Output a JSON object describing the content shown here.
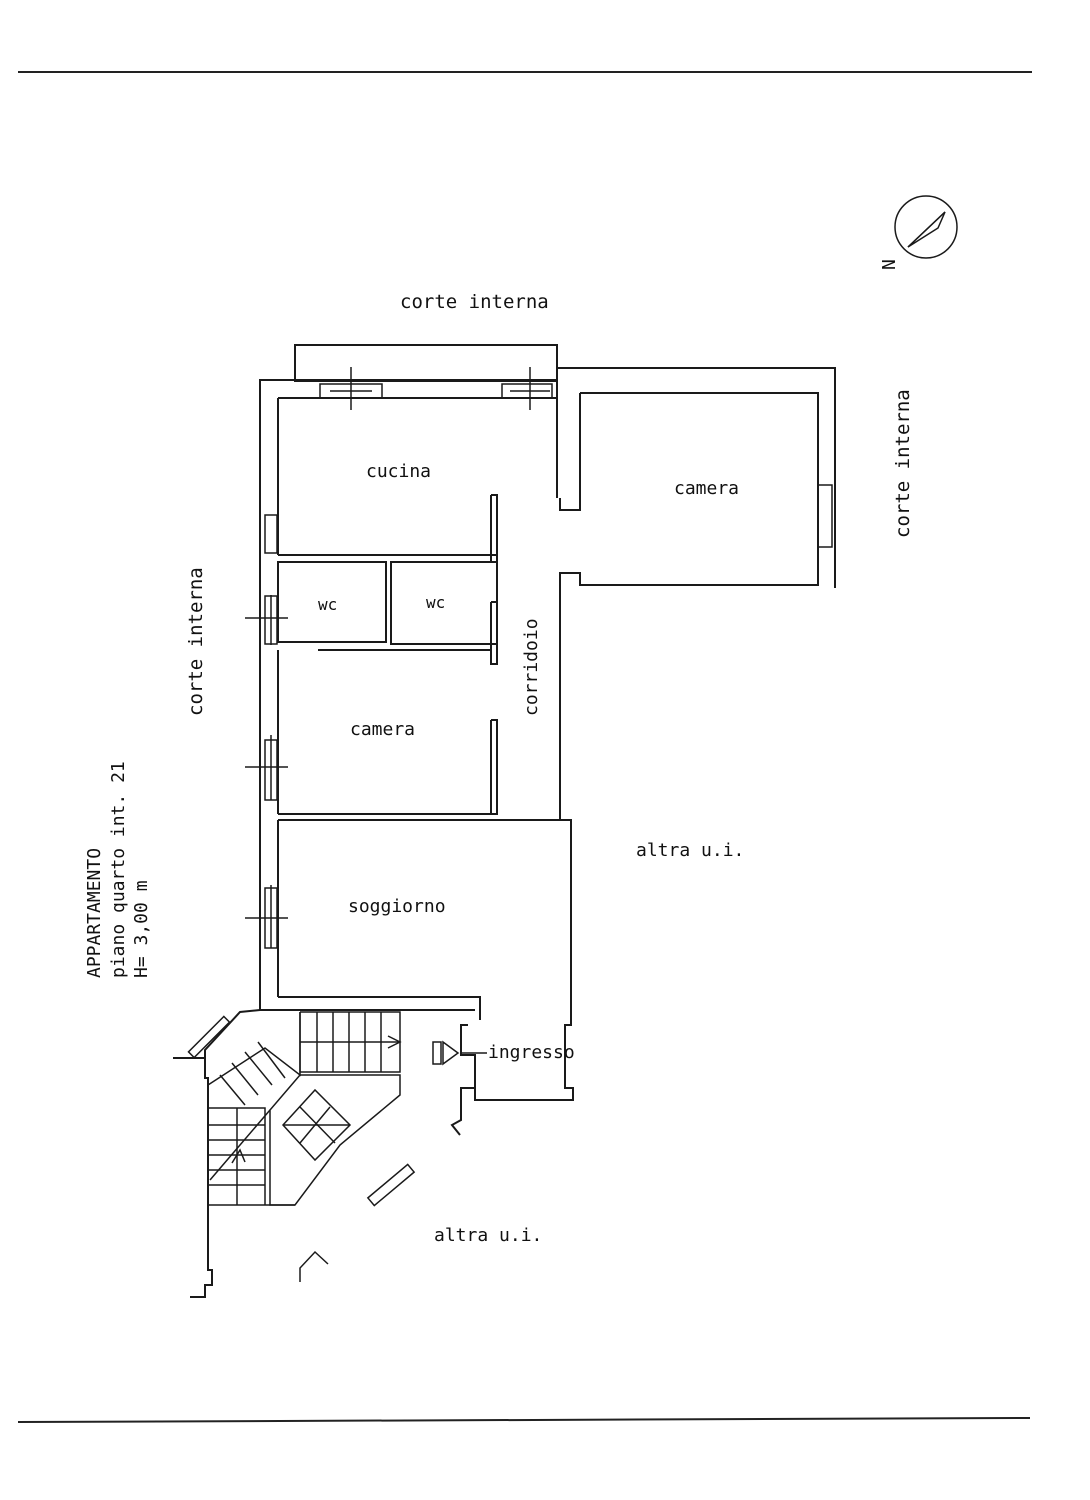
{
  "labels": {
    "corte_top": "corte interna",
    "corte_right": "corte interna",
    "corte_left": "corte interna",
    "cucina": "cucina",
    "camera_top": "camera",
    "wc_1": "wc",
    "wc_2": "wc",
    "corridoio": "corridoio",
    "camera_mid": "camera",
    "soggiorno": "soggiorno",
    "altra_ui_right": "altra u.i.",
    "altra_ui_bottom": "altra u.i.",
    "ingresso": "ingresso"
  },
  "north_label": "N",
  "legend": {
    "line1": "APPARTAMENTO",
    "line2": "piano quarto int. 21",
    "line3": "H= 3,00 m"
  }
}
